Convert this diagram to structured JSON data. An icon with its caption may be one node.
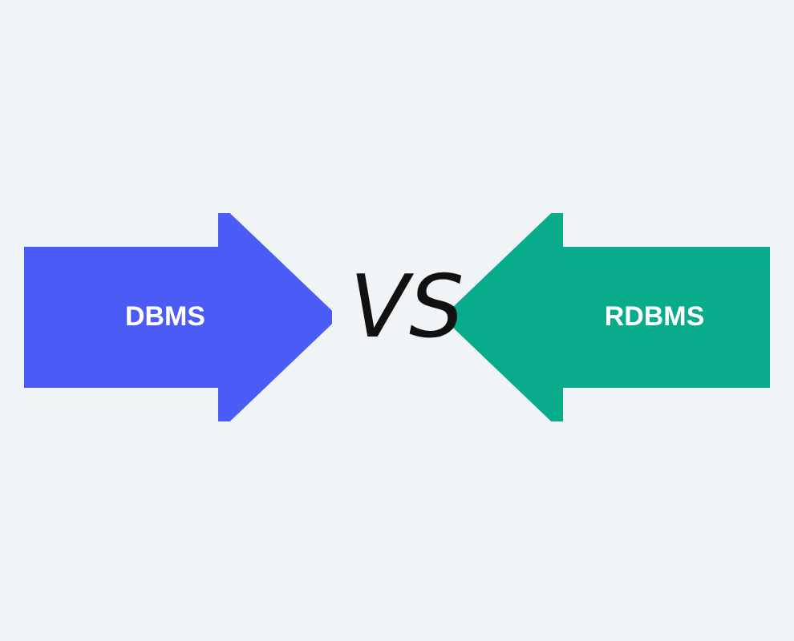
{
  "diagram": {
    "nodes": [
      {
        "text": [
          "DBMS"
        ]
      },
      {
        "text": [
          "RDBMS"
        ]
      }
    ],
    "edges": [],
    "labels": [
      "VS"
    ]
  }
}
